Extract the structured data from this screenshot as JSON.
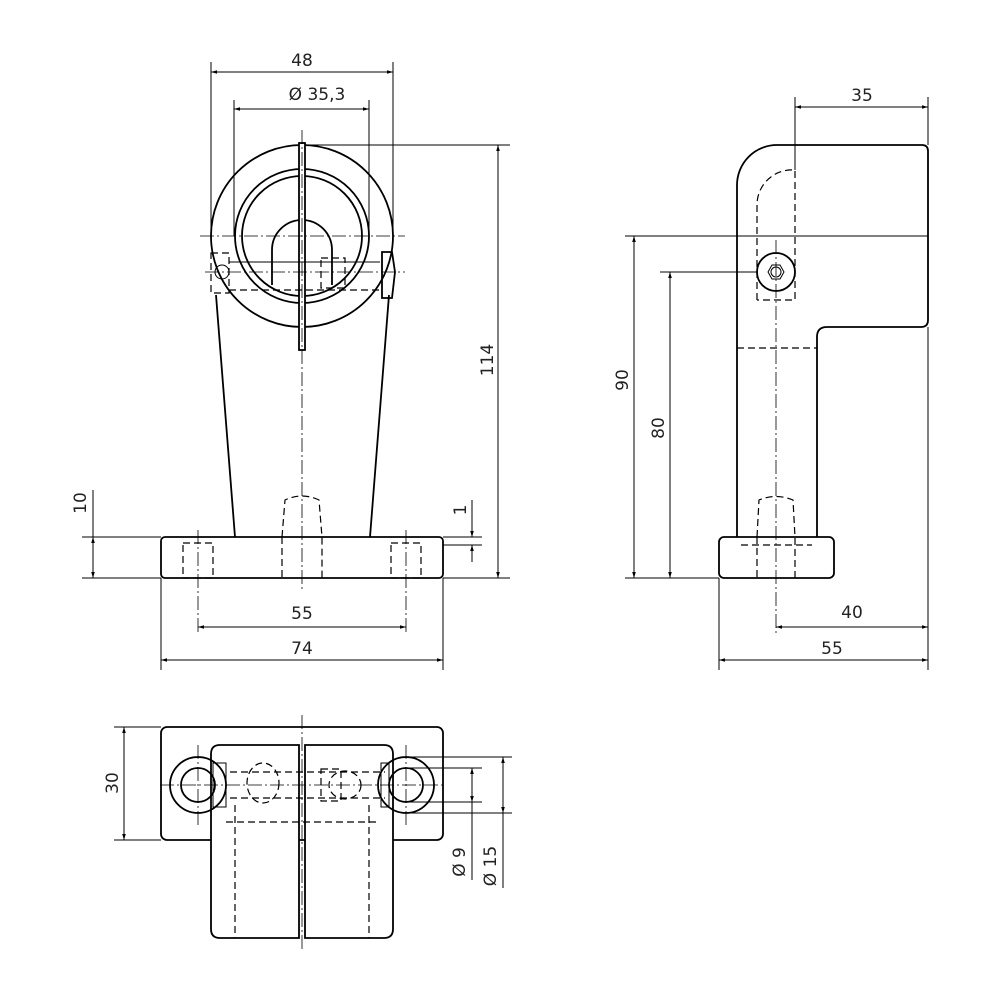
{
  "front_view": {
    "dims": {
      "width_top": "48",
      "bore_dia": "Ø 35,3",
      "height_total": "114",
      "base_thickness": "10",
      "step": "1",
      "hole_spacing": "55",
      "base_width": "74"
    }
  },
  "side_view": {
    "dims": {
      "top_depth": "35",
      "axis_height": "90",
      "bolt_height": "80",
      "offset": "40",
      "base_depth": "55"
    }
  },
  "top_view": {
    "dims": {
      "flange_depth": "30",
      "hole_dia": "Ø 9",
      "counterbore_dia": "Ø 15"
    }
  },
  "colors": {
    "line": "#000000",
    "background": "#ffffff"
  }
}
